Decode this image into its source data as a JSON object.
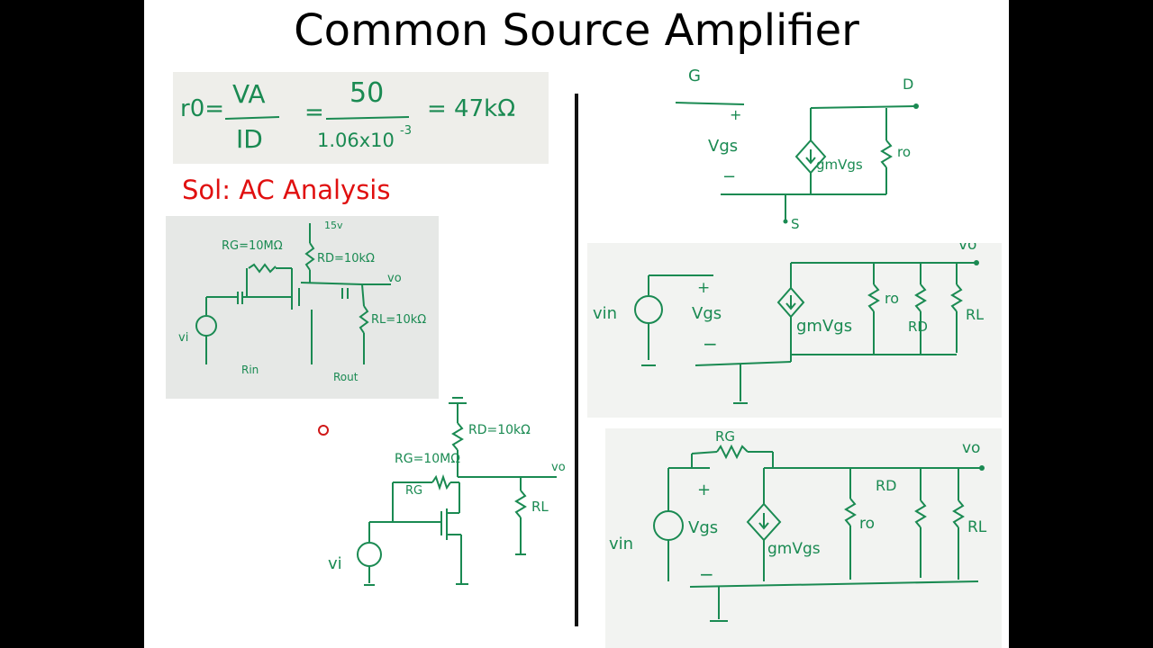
{
  "slide": {
    "title": "Common Source Amplifier",
    "solution_heading": "Sol: AC Analysis"
  },
  "equation": {
    "lhs": "r0=",
    "numerator": "VA",
    "denominator": "ID",
    "equals": "=",
    "value_numerator": "50",
    "value_denominator": "1.06x10",
    "value_exponent": "-3",
    "result": "= 47kΩ"
  },
  "original_circuit": {
    "supply": "15v",
    "rg": "RG=10MΩ",
    "rd": "RD=10kΩ",
    "vo": "vo",
    "rl": "RL=10kΩ",
    "vi": "vi",
    "rin": "Rin",
    "rout": "Rout"
  },
  "redrawn_circuit": {
    "rd": "RD=10kΩ",
    "rg_top": "RG=10MΩ",
    "rg": "RG",
    "vo": "vo",
    "rl": "RL",
    "vi": "vi"
  },
  "small_signal_model": {
    "g": "G",
    "d": "D",
    "plus": "+",
    "vgs": "Vgs",
    "minus": "−",
    "gm": "gmVgs",
    "ro": "ro",
    "s": "S"
  },
  "ac_equivalent_1": {
    "vo": "vo",
    "plus": "+",
    "vin": "vin",
    "vgs": "Vgs",
    "minus": "−",
    "gm": "gmVgs",
    "ro": "ro",
    "rd": "RD",
    "rl": "RL"
  },
  "ac_equivalent_2": {
    "rg": "RG",
    "vo": "vo",
    "plus": "+",
    "vin": "vin",
    "vgs": "Vgs",
    "minus": "−",
    "gm": "gmVgs",
    "ro": "ro",
    "rd": "RD",
    "rl": "RL"
  },
  "colors": {
    "ink": "#1a8a52",
    "heading_red": "#e01010",
    "pointer": "#d01818"
  }
}
